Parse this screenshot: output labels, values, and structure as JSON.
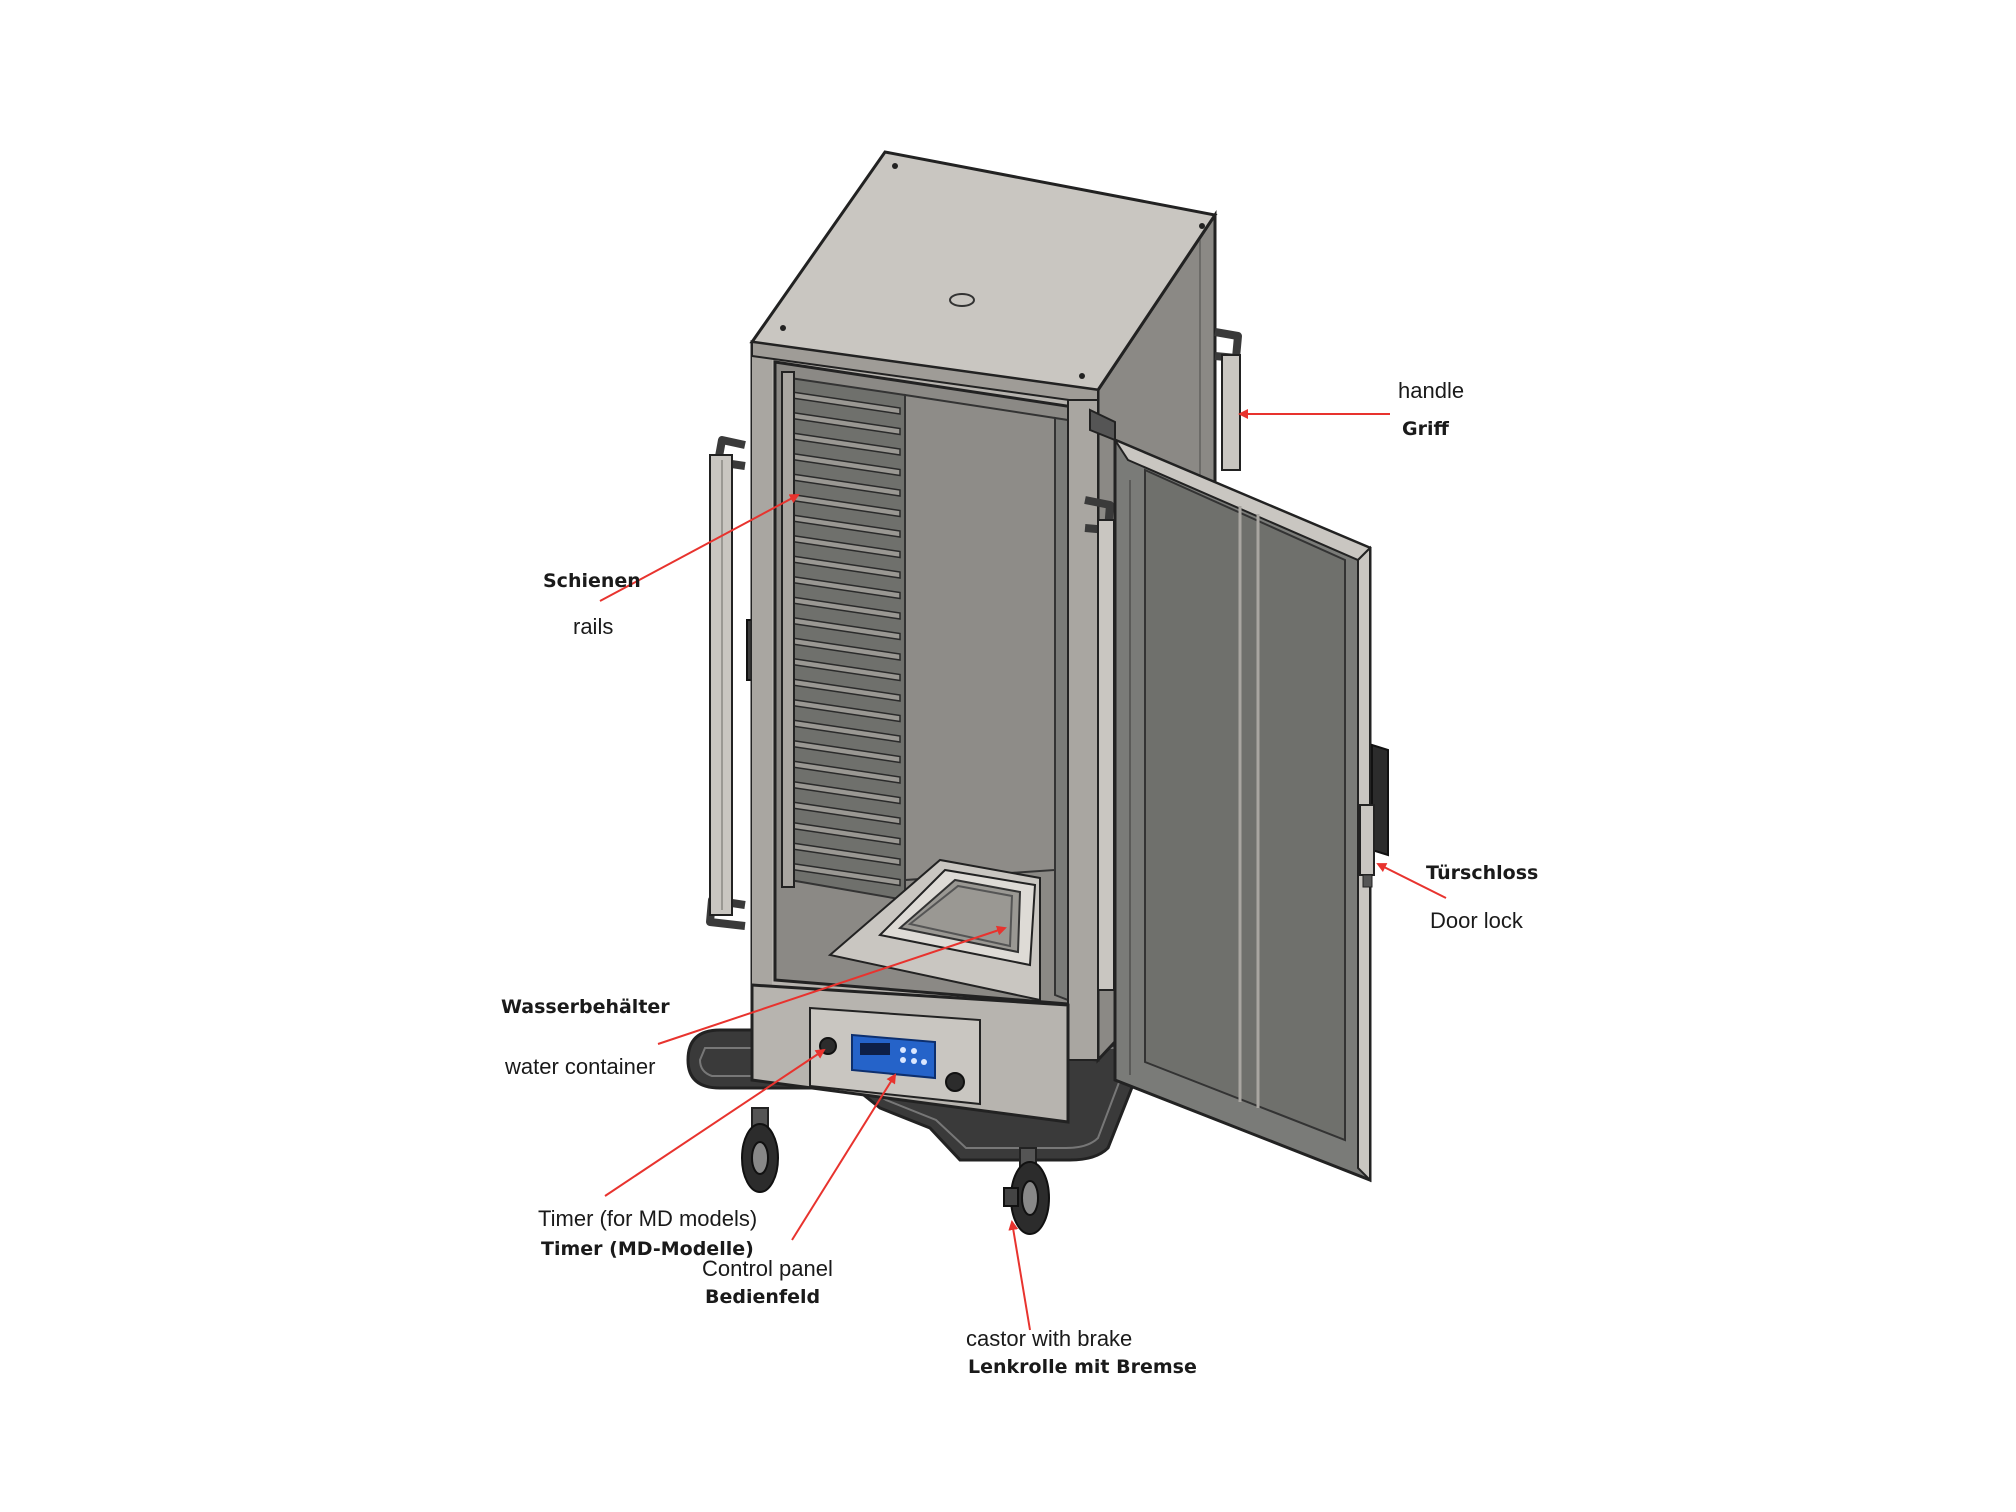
{
  "colors": {
    "leader_line": "#e8332e",
    "outline": "#222222",
    "steel_light": "#c9c6c1",
    "steel_mid": "#8b8985",
    "steel_dark": "#6f706c",
    "door_panel": "#7a7b78",
    "bumper": "#3a3a3a",
    "display_blue": "#2563c9"
  },
  "callouts": {
    "handle": {
      "en": "handle",
      "de": "Griff"
    },
    "rails": {
      "de": "Schienen",
      "en": "rails"
    },
    "door_lock": {
      "de": "Türschloss",
      "en": "Door lock"
    },
    "water_container": {
      "de": "Wasserbehälter",
      "en": "water container"
    },
    "timer": {
      "en": "Timer (for MD models)",
      "de": "Timer (MD-Modelle)"
    },
    "control_panel": {
      "en": "Control panel",
      "de": "Bedienfeld"
    },
    "castor": {
      "en": "castor with brake",
      "de": "Lenkrolle mit Bremse"
    }
  }
}
